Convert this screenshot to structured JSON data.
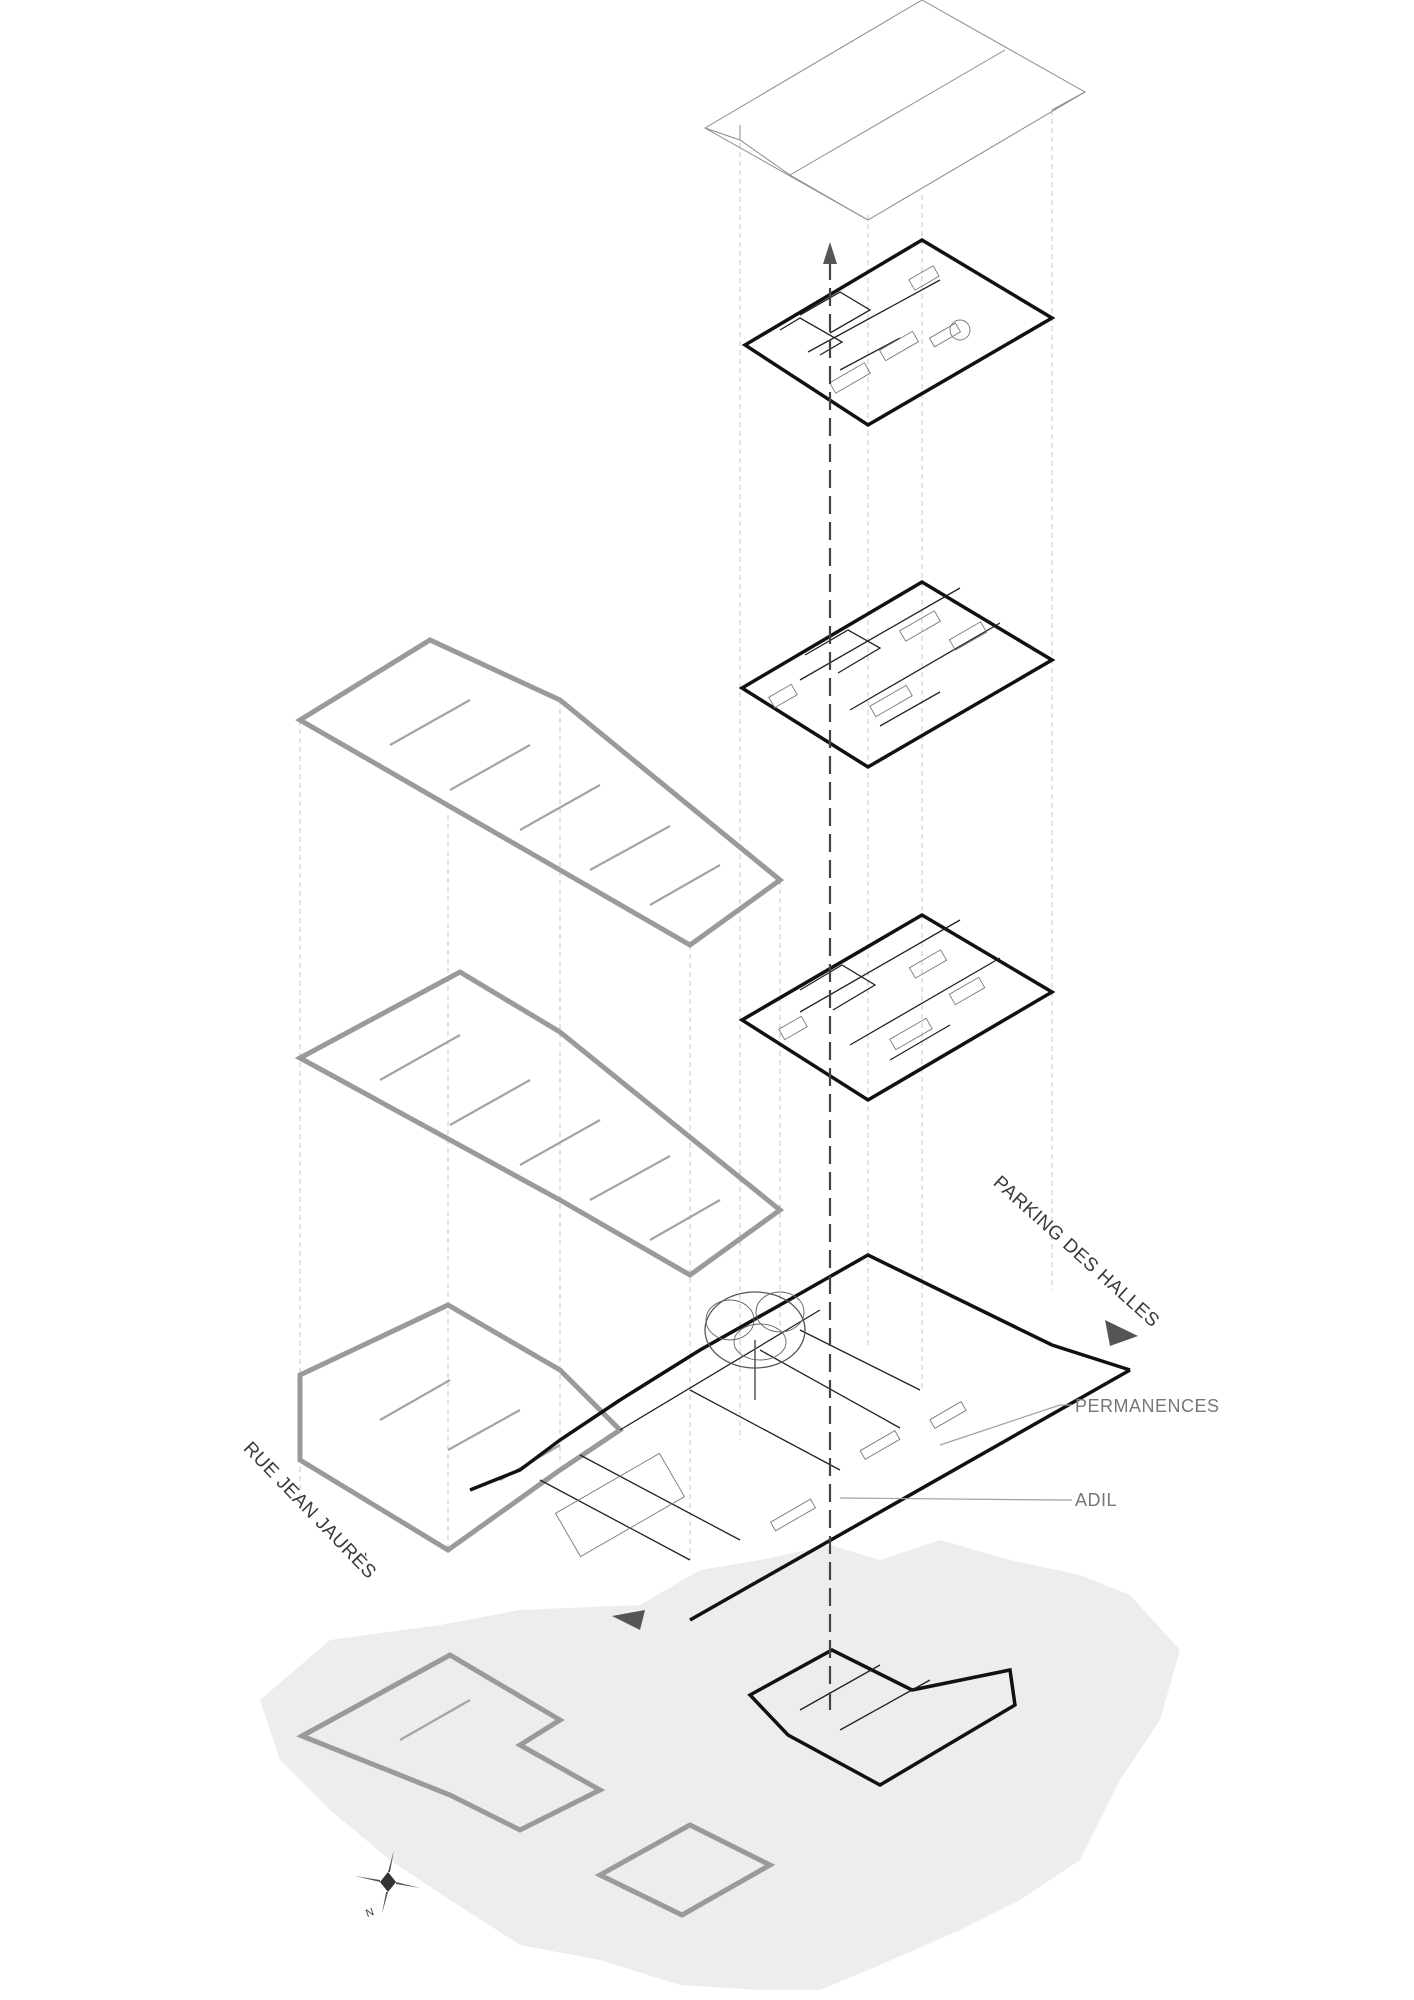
{
  "labels": {
    "street_west": "RUE JEAN JAURÈS",
    "street_east": "PARKING DES HALLES",
    "program_1": "PERMANENCES",
    "program_2": "ADIL",
    "north": "N"
  },
  "colors": {
    "new_building_stroke": "#111111",
    "existing_building_stroke": "#9a9a9a",
    "projection_lines": "#c4c4c4",
    "ground_hatch": "#ededed",
    "label_text": "#6f6f6f"
  },
  "icons": {
    "compass": "compass-rose-icon",
    "tree": "tree-icon",
    "circulation_arrow": "arrow-icon"
  }
}
